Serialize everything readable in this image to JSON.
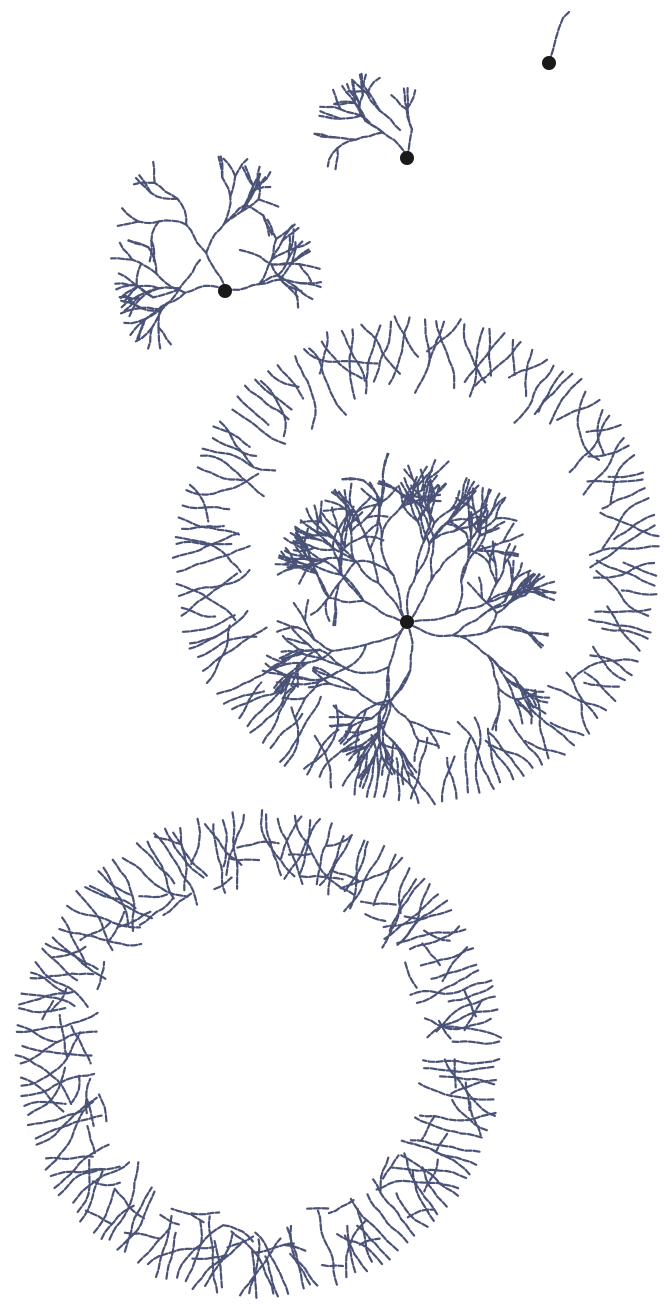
{
  "figure": {
    "background": "#ffffff",
    "branch_color": "#4a5277",
    "root_color": "#1a1a1a",
    "dash_style": "dashed",
    "panels": [
      {
        "id": "single-branch",
        "kind": "growth-seed",
        "stage": "1",
        "has_root_dot": true,
        "shape": "single-strand"
      },
      {
        "id": "small-tree",
        "kind": "growth-seed",
        "stage": "2",
        "has_root_dot": true,
        "shape": "branching"
      },
      {
        "id": "medium-tree",
        "kind": "growth-seed",
        "stage": "3",
        "has_root_dot": true,
        "shape": "branching"
      },
      {
        "id": "full-disc",
        "kind": "space-colonization",
        "stage": "4",
        "has_root_dot": true,
        "shape": "disc"
      },
      {
        "id": "ring",
        "kind": "space-colonization",
        "stage": "5",
        "has_root_dot": false,
        "shape": "annulus"
      }
    ]
  }
}
